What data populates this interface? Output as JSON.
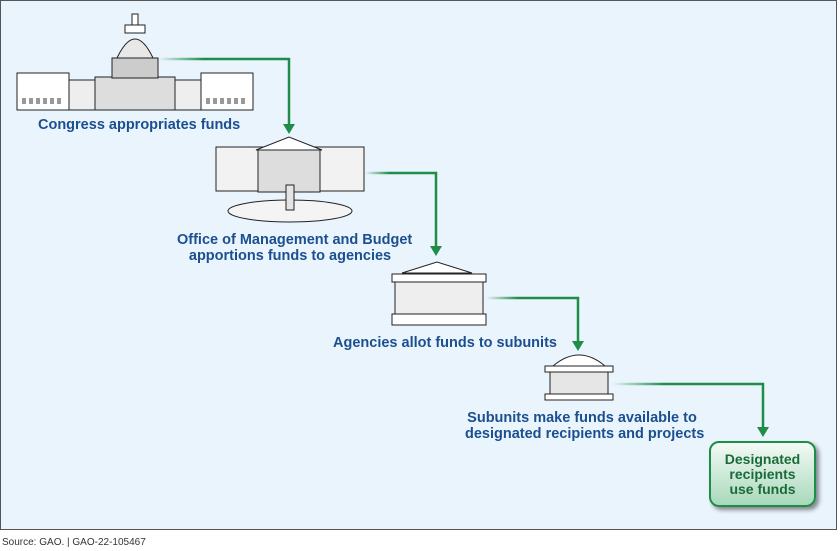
{
  "steps": [
    {
      "icon": "capitol-building-icon",
      "label": "Congress appropriates funds"
    },
    {
      "icon": "white-house-icon",
      "label_line1": "Office of Management and Budget",
      "label_line2": "apportions funds to agencies"
    },
    {
      "icon": "agency-building-icon",
      "label": "Agencies allot funds to subunits"
    },
    {
      "icon": "subunit-building-icon",
      "label_line1": "Subunits make funds available to",
      "label_line2": "designated recipients and projects"
    },
    {
      "label_line1": "Designated",
      "label_line2": "recipients",
      "label_line3": "use funds"
    }
  ],
  "colors": {
    "arrow": "#1f8c47",
    "label": "#1c4f8f",
    "background": "#eaf4fd"
  },
  "footer": {
    "source": "Source: GAO.  |  GAO-22-105467"
  }
}
